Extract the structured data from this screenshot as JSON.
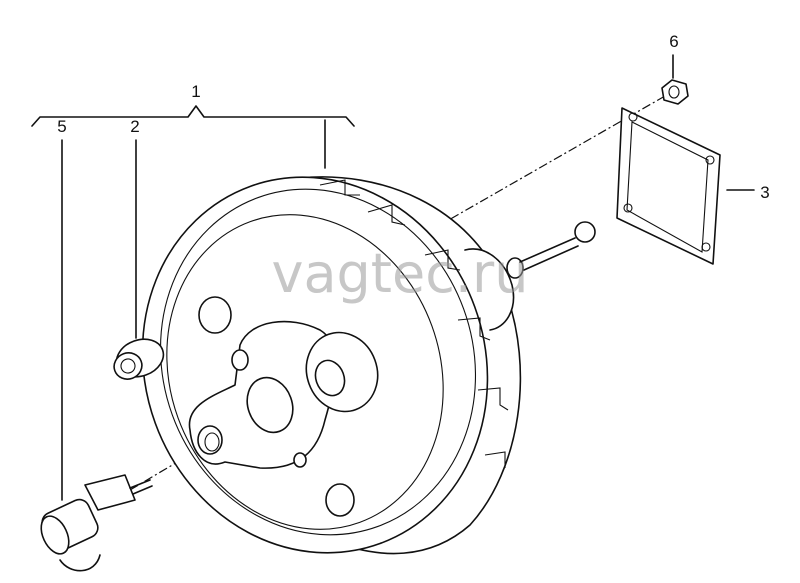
{
  "watermark": "vagtec.ru",
  "callouts": {
    "part_1": "1",
    "part_2": "2",
    "part_3": "3",
    "part_5": "5",
    "part_6": "6"
  },
  "colors": {
    "line": "#111111",
    "watermark": "#9a9a9a",
    "background": "#ffffff"
  }
}
